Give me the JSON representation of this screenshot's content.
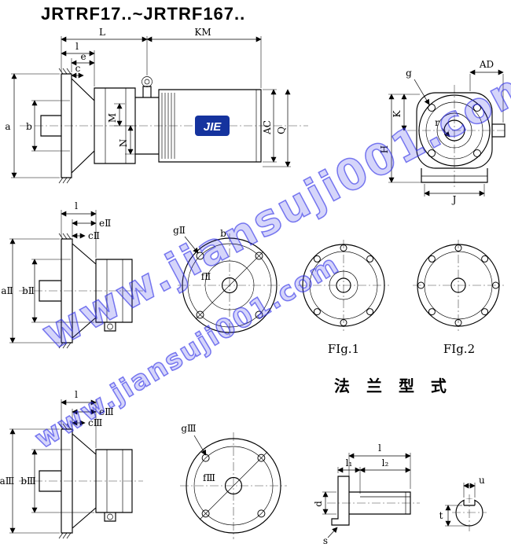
{
  "title": "JRTRF17..~JRTRF167..",
  "watermark": {
    "text": "www.jiansuji001.com",
    "color": "#2d2de6"
  },
  "logo_text": "JIE",
  "logo_color": "#15339e",
  "captions": {
    "fig1": "FIg.1",
    "fig2": "FIg.2",
    "flange_type": "法 兰 型 式"
  },
  "side_top": {
    "L": "L",
    "KM": "KM",
    "l": "l",
    "e": "e",
    "c": "c",
    "a": "a",
    "b": "b",
    "M": "M",
    "N": "N",
    "AC": "AC",
    "Q": "Q"
  },
  "end_top": {
    "g": "g",
    "AD": "AD",
    "K": "K",
    "H": "H",
    "J": "J",
    "r": "r"
  },
  "side_mid": {
    "l": "l",
    "e2": "eⅡ",
    "c2": "cⅡ",
    "a2": "aⅡ",
    "b2": "bⅡ"
  },
  "flange_mid": {
    "g2": "gⅡ",
    "f2": "fⅡ",
    "b": "b"
  },
  "side_bot": {
    "l": "l",
    "e3": "eⅢ",
    "c3": "cⅢ",
    "a3": "aⅢ",
    "b3": "bⅢ"
  },
  "flange_bot": {
    "g3": "gⅢ",
    "f3": "fⅢ"
  },
  "shaft": {
    "l": "l",
    "l1": "l₁",
    "l2": "l₂",
    "d": "d",
    "s": "s"
  },
  "shaft_section": {
    "u": "u",
    "t": "t"
  }
}
